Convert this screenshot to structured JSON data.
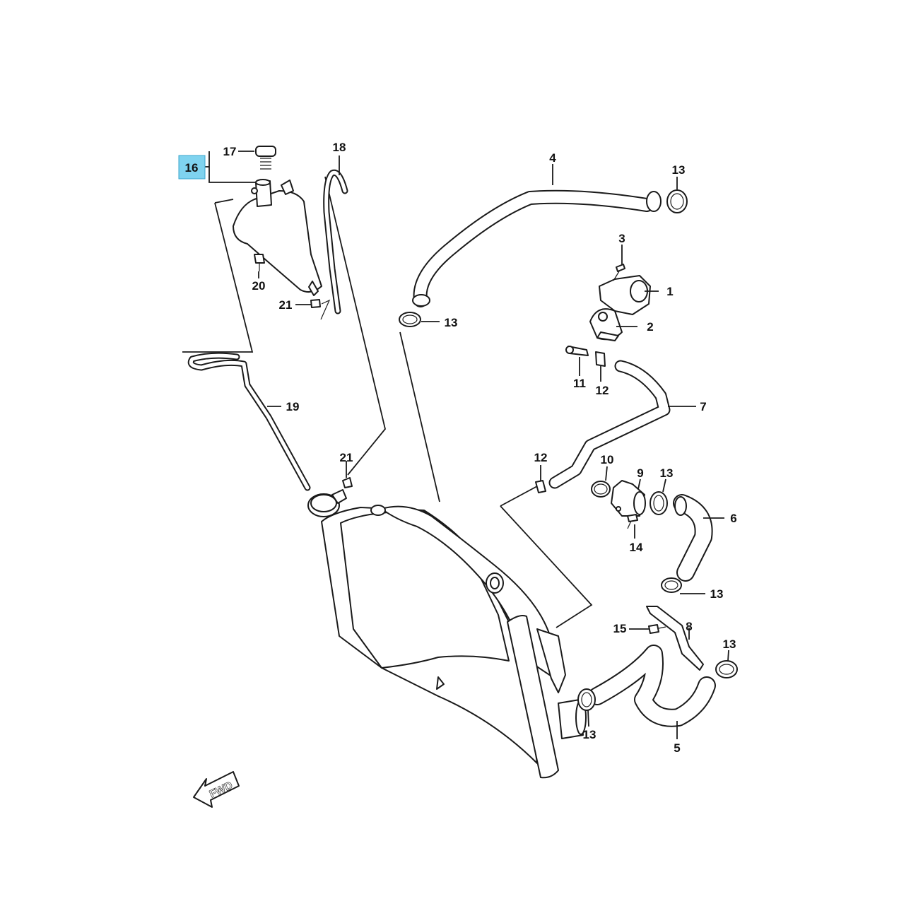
{
  "diagram": {
    "highlight_color": "#7fd3ef",
    "callouts": {
      "c1": "1",
      "c2": "2",
      "c3": "3",
      "c4": "4",
      "c5": "5",
      "c6": "6",
      "c7": "7",
      "c8": "8",
      "c9": "9",
      "c10": "10",
      "c11": "11",
      "c12a": "12",
      "c12b": "12",
      "c13a": "13",
      "c13b": "13",
      "c13c": "13",
      "c13d": "13",
      "c13e": "13",
      "c13f": "13",
      "c14": "14",
      "c15": "15",
      "c16": "16",
      "c17": "17",
      "c18": "18",
      "c19": "19",
      "c20": "20",
      "c21a": "21",
      "c21b": "21"
    },
    "fwd_label": "FWD"
  }
}
